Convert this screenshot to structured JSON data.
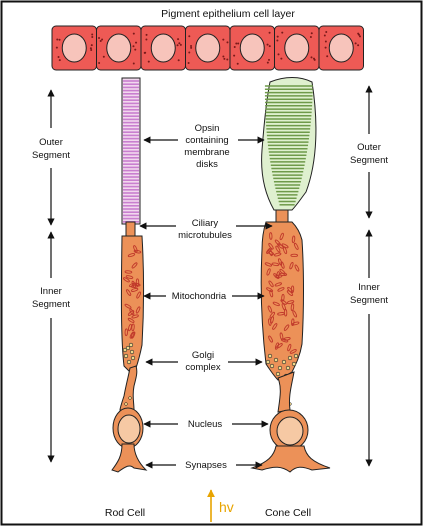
{
  "title": "Pigment epithelium cell layer",
  "left_regions": {
    "outer": [
      "Outer",
      "Segment"
    ],
    "inner": [
      "Inner",
      "Segment"
    ]
  },
  "right_regions": {
    "outer": [
      "Outer",
      "Segment"
    ],
    "inner": [
      "Inner",
      "Segment"
    ]
  },
  "center_labels": {
    "opsin": [
      "Opsin",
      "containing",
      "membrane",
      "disks"
    ],
    "ciliary": [
      "Ciliary",
      "microtubules"
    ],
    "mitochondria": [
      "Mitochondria"
    ],
    "golgi": [
      "Golgi",
      "complex"
    ],
    "nucleus": [
      "Nucleus"
    ],
    "synapses": [
      "Synapses"
    ]
  },
  "captions": {
    "rod": "Rod Cell",
    "light": "hv",
    "cone": "Cone Cell"
  },
  "colors": {
    "epithelium": "#ee5a55",
    "cell_body": "#ec9158",
    "rod_disks": "#c97fcf",
    "cone_disks": "#6f9a4a",
    "organelle": "#c0392b",
    "light_arrow": "#e8a400"
  }
}
